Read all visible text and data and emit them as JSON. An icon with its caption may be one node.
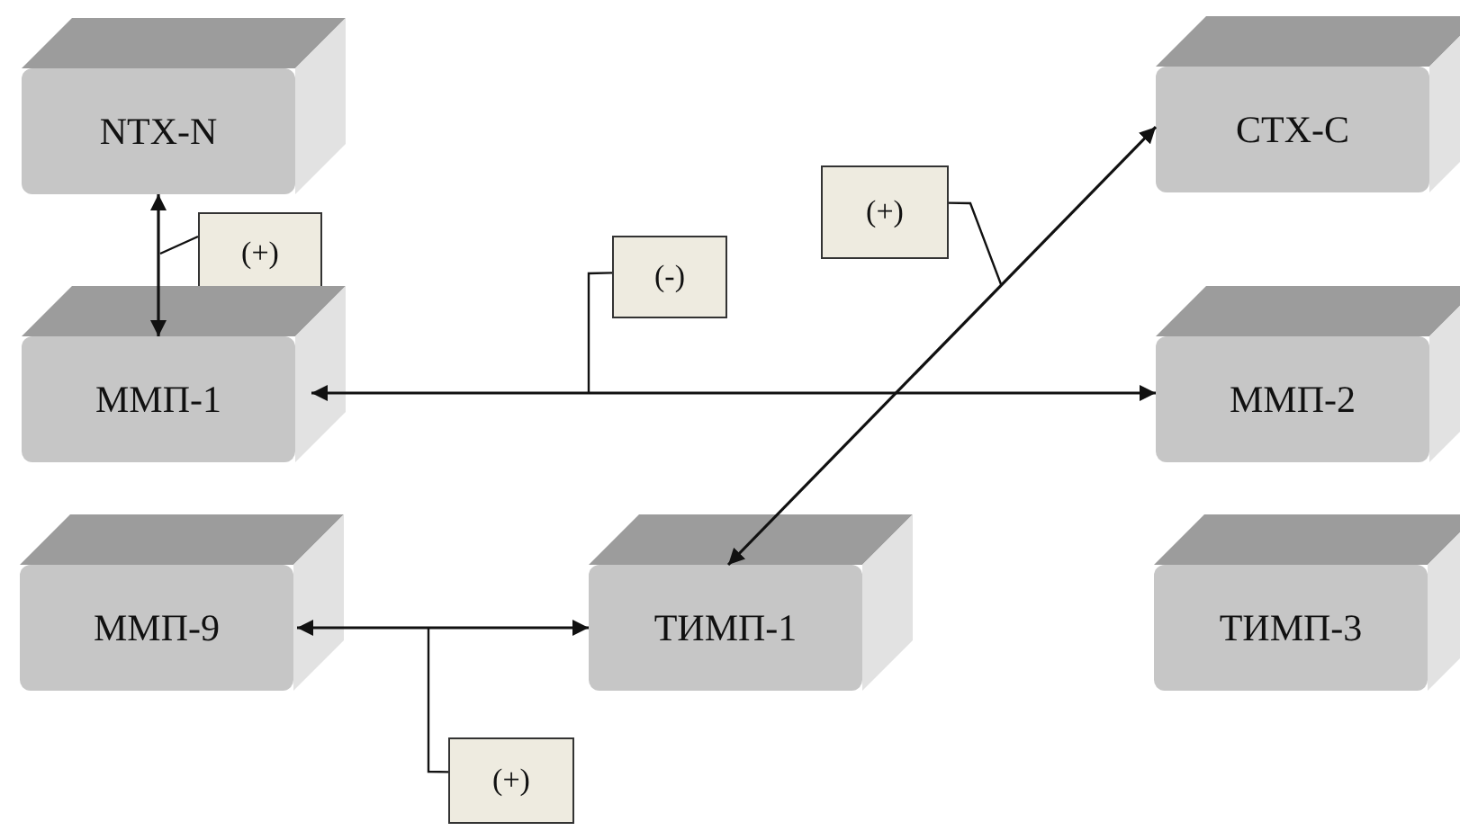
{
  "diagram": {
    "nodes": [
      {
        "text": [
          "NTX-N"
        ]
      },
      {
        "text": [
          "CTX-C"
        ]
      },
      {
        "text": [
          "(+)"
        ]
      },
      {
        "text": [
          "(+)"
        ]
      },
      {
        "text": [
          "(-)"
        ]
      },
      {
        "text": [
          "ММП-1"
        ]
      },
      {
        "text": [
          "ММП-2"
        ]
      },
      {
        "text": [
          "ММП-9"
        ]
      },
      {
        "text": [
          "ТИМП-1"
        ]
      },
      {
        "text": [
          "ТИМП-3"
        ]
      },
      {
        "text": [
          "(+)"
        ]
      }
    ],
    "edges": [
      {
        "from": 0,
        "to": 5,
        "arrow": "both"
      },
      {
        "from": 5,
        "to": 6,
        "arrow": "both"
      },
      {
        "from": 8,
        "to": 1,
        "arrow": "both"
      },
      {
        "from": 7,
        "to": 8,
        "arrow": "both"
      },
      {
        "from": 3,
        "to": null,
        "arrow": "none"
      },
      {
        "from": 4,
        "to": null,
        "arrow": "none"
      },
      {
        "from": 2,
        "to": null,
        "arrow": "none"
      },
      {
        "from": 10,
        "to": null,
        "arrow": "none"
      }
    ]
  }
}
